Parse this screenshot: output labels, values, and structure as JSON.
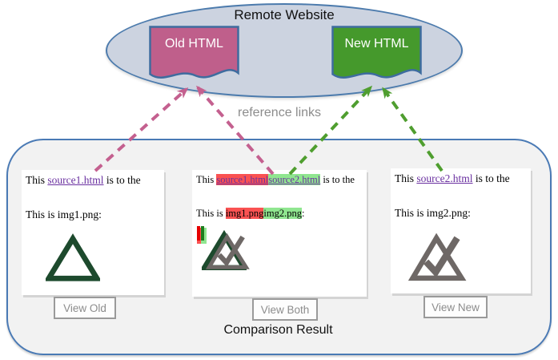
{
  "remote_website": {
    "label": "Remote Website"
  },
  "documents": {
    "old": {
      "label": "Old HTML"
    },
    "new": {
      "label": "New HTML"
    }
  },
  "reference_links_label": "reference links",
  "comparison": {
    "label": "Comparison Result",
    "panels": {
      "old": {
        "line1_prefix": "This ",
        "line1_link": "source1.html",
        "line1_suffix": " is to the ",
        "line2": "This is img1.png:",
        "button_label": "View Old"
      },
      "both": {
        "line1_prefix": "This ",
        "line1_removed_link": "source1.html",
        "line1_added_link": "source2.html",
        "line1_suffix": " is to the",
        "line2_prefix": "This is ",
        "line2_removed": "img1.png",
        "line2_added": "img2.png",
        "line2_suffix": ":",
        "button_label": "View Both"
      },
      "new": {
        "line1_prefix": "This ",
        "line1_link": "source2.html",
        "line1_suffix": " is to the",
        "line2": "This is img2.png:",
        "button_label": "View New"
      }
    }
  },
  "icons": {
    "img1": "triangle-icon",
    "img2": "check-triangle-icon",
    "arrow_style": "dashed-arrow"
  },
  "colors": {
    "ellipse_fill": "#ccd3e0",
    "diagram_border_blue": "#4a7ab5",
    "old_html_pink": "#bf5f8b",
    "new_html_green": "#45992c",
    "arrow_pink": "#c4608f",
    "arrow_green": "#4f9e2f",
    "removed_highlight_red": "#fa5252",
    "added_highlight_green": "#90e690",
    "link_purple": "#6a30a0",
    "img1_dark_green": "#1d4a2d",
    "img2_gray": "#6e6866",
    "muted_gray_text": "#8c8c8c",
    "container_fill": "#f2f2f2"
  }
}
